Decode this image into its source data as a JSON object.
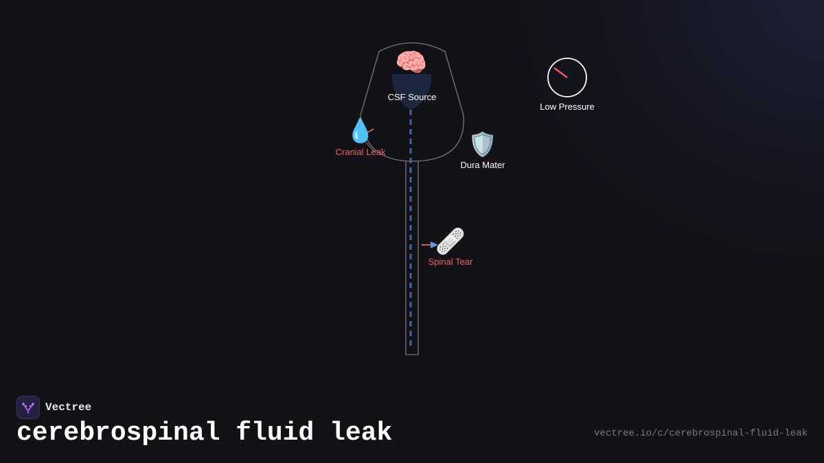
{
  "diagram": {
    "nodes": {
      "csf_source": {
        "label": "CSF Source",
        "icon": "brain-icon",
        "color": "#ffffff"
      },
      "cranial_leak": {
        "label": "Cranial Leak",
        "icon": "droplet-icon",
        "color": "#f06464"
      },
      "dura_mater": {
        "label": "Dura Mater",
        "icon": "shield-icon",
        "color": "#ffffff"
      },
      "spinal_tear": {
        "label": "Spinal Tear",
        "icon": "bandage-icon",
        "color": "#f06464"
      },
      "low_pressure": {
        "label": "Low Pressure",
        "icon": "gauge-icon",
        "color": "#ffffff"
      }
    },
    "colors": {
      "outline": "#66666e",
      "csf_flow": "#3b6ea8",
      "leak_arrow": "#f06464",
      "arrow_head": "#5b9be8",
      "gauge_needle": "#f05a5a",
      "gauge_ring": "#ffffff",
      "background": "#111116"
    }
  },
  "footer": {
    "brand": "Vectree",
    "title": "cerebrospinal fluid leak",
    "url": "vectree.io/c/cerebrospinal-fluid-leak"
  }
}
